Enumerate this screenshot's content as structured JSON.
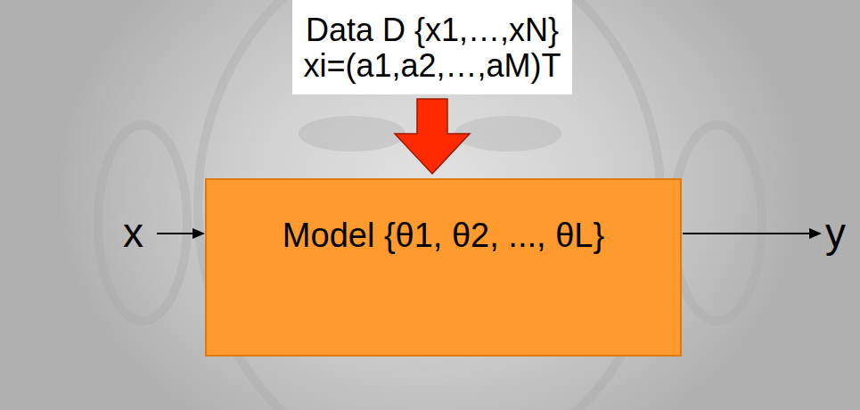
{
  "diagram": {
    "nodes": [
      {
        "text": [
          "Data D {x1,…,xN}",
          "xi=(a1,a2,…,aM)T"
        ]
      },
      {
        "text": [
          "Model {θ1, θ2, ..., θL}"
        ]
      }
    ],
    "edges": [
      {
        "from": 0,
        "to": 1,
        "arrow": "to"
      }
    ],
    "labels": [
      "x",
      "y"
    ]
  }
}
